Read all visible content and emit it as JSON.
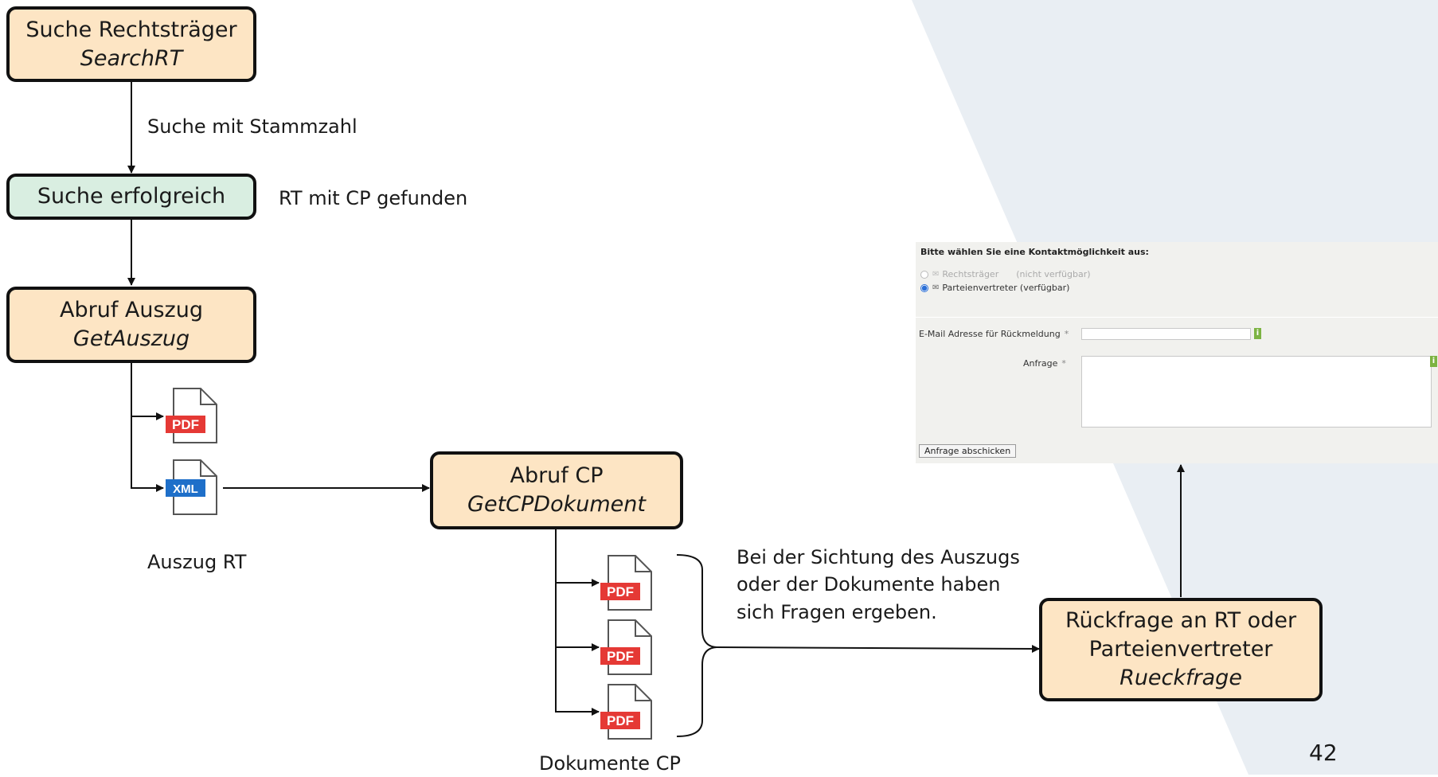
{
  "nodes": {
    "search_rt": {
      "title": "Suche Rechtsträger",
      "op": "SearchRT"
    },
    "search_ok": {
      "title": "Suche erfolgreich"
    },
    "get_auszug": {
      "title": "Abruf Auszug",
      "op": "GetAuszug"
    },
    "get_cp": {
      "title": "Abruf CP",
      "op": "GetCPDokument"
    },
    "rueckfrage": {
      "title_line1": "Rückfrage an RT oder",
      "title_line2": "Parteienvertreter",
      "op": "Rueckfrage"
    }
  },
  "labels": {
    "suche_stammzahl": "Suche mit Stammzahl",
    "rt_cp_found": "RT mit CP gefunden",
    "auszug_rt": "Auszug RT",
    "dokumente_cp": "Dokumente CP",
    "question_line1": "Bei der Sichtung des Auszugs",
    "question_line2": "oder der Dokumente haben",
    "question_line3": "sich Fragen ergeben."
  },
  "icons": {
    "pdf": "PDF",
    "xml": "XML"
  },
  "form": {
    "heading": "Bitte wählen Sie eine Kontaktmöglichkeit aus:",
    "option_rt": "Rechtsträger",
    "option_rt_status": "(nicht verfügbar)",
    "option_pv": "Parteienvertreter (verfügbar)",
    "email_label": "E-Mail Adresse für Rückmeldung",
    "request_label": "Anfrage",
    "required_mark": "*",
    "info_mark": "i",
    "submit_label": "Anfrage abschicken"
  },
  "page_number": "42",
  "colors": {
    "box_orange": "#fde5c4",
    "box_green": "#d9eee1",
    "pdf_red": "#e53935",
    "xml_blue": "#1e6fc9",
    "bg_shape": "#e9eef3"
  }
}
